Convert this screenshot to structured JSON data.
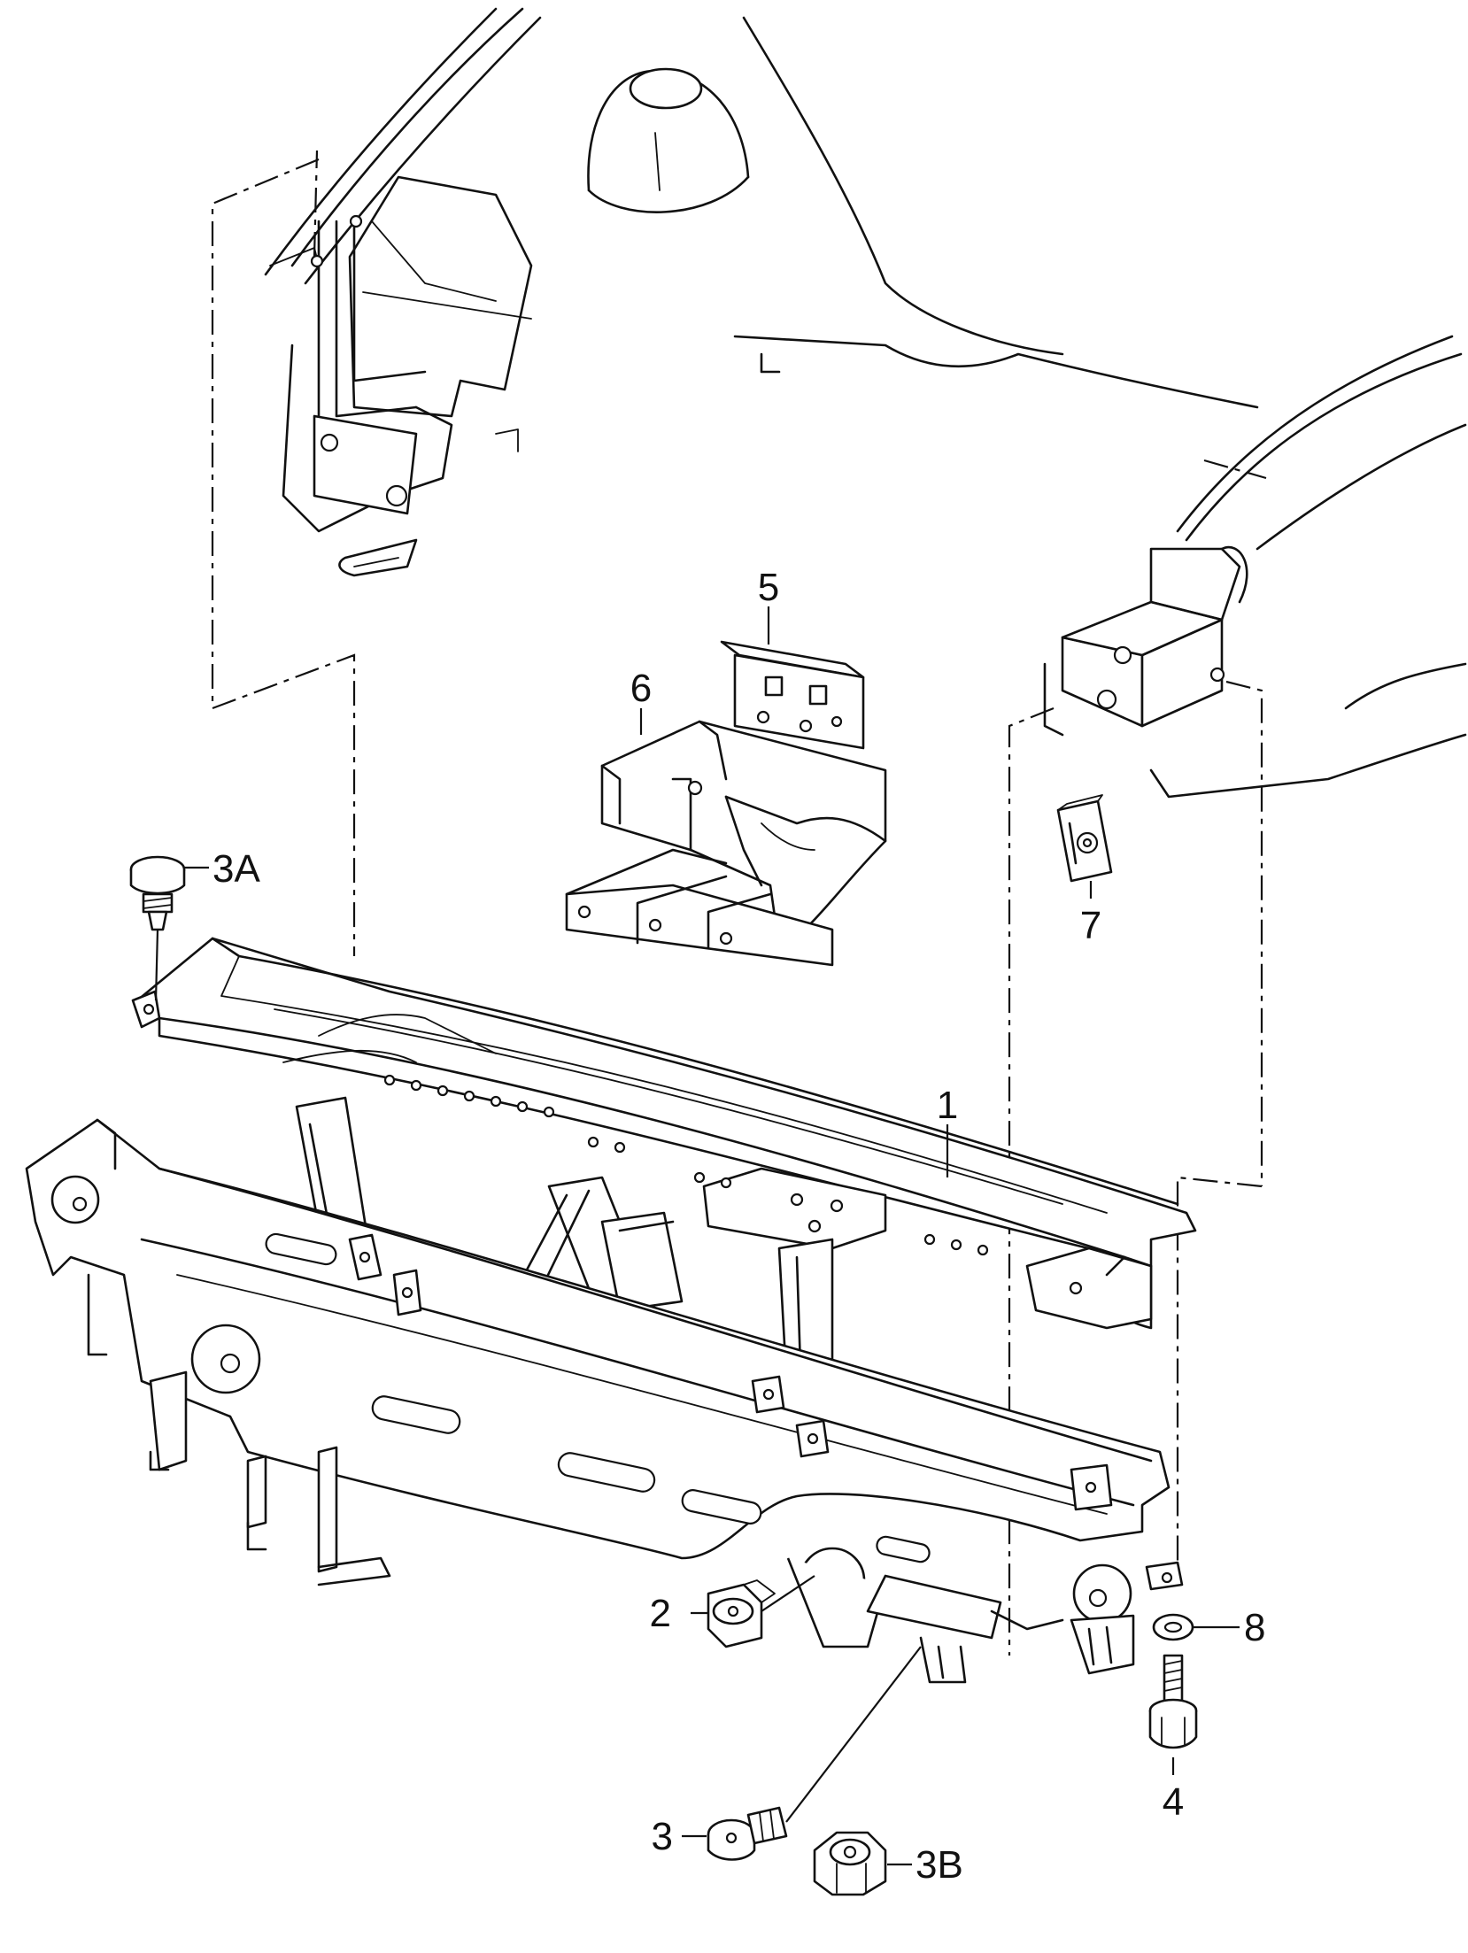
{
  "callouts": {
    "c1": "1",
    "c2": "2",
    "c3": "3",
    "c3A": "3A",
    "c3B": "3B",
    "c4": "4",
    "c5": "5",
    "c6": "6",
    "c7": "7",
    "c8": "8"
  }
}
